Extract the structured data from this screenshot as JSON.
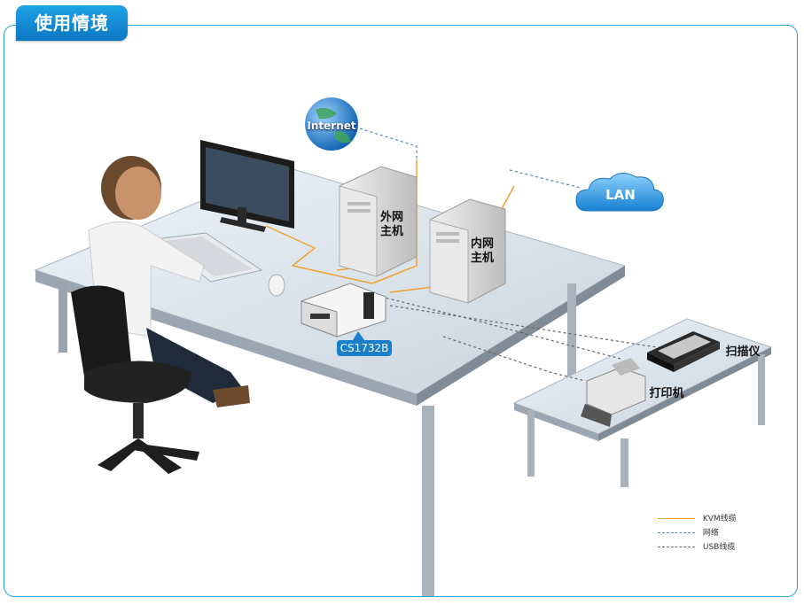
{
  "header": {
    "title": "使用情境"
  },
  "nodes": {
    "internet": "Internet",
    "lan": "LAN",
    "outer_host_line1": "外网",
    "outer_host_line2": "主机",
    "inner_host_line1": "内网",
    "inner_host_line2": "主机",
    "device": "CS1732B",
    "scanner": "扫描仪",
    "printer": "打印机"
  },
  "legend": {
    "items": [
      {
        "label": "KVM线缆",
        "color": "#f0a030",
        "style": "solid"
      },
      {
        "label": "网络",
        "color": "#4a86c8",
        "style": "dashed"
      },
      {
        "label": "USB线缆",
        "color": "#666666",
        "style": "dashed"
      }
    ]
  },
  "colors": {
    "accent": "#1a8fd6",
    "kvm": "#f0a030",
    "network": "#4a86c8",
    "usb": "#666666"
  }
}
